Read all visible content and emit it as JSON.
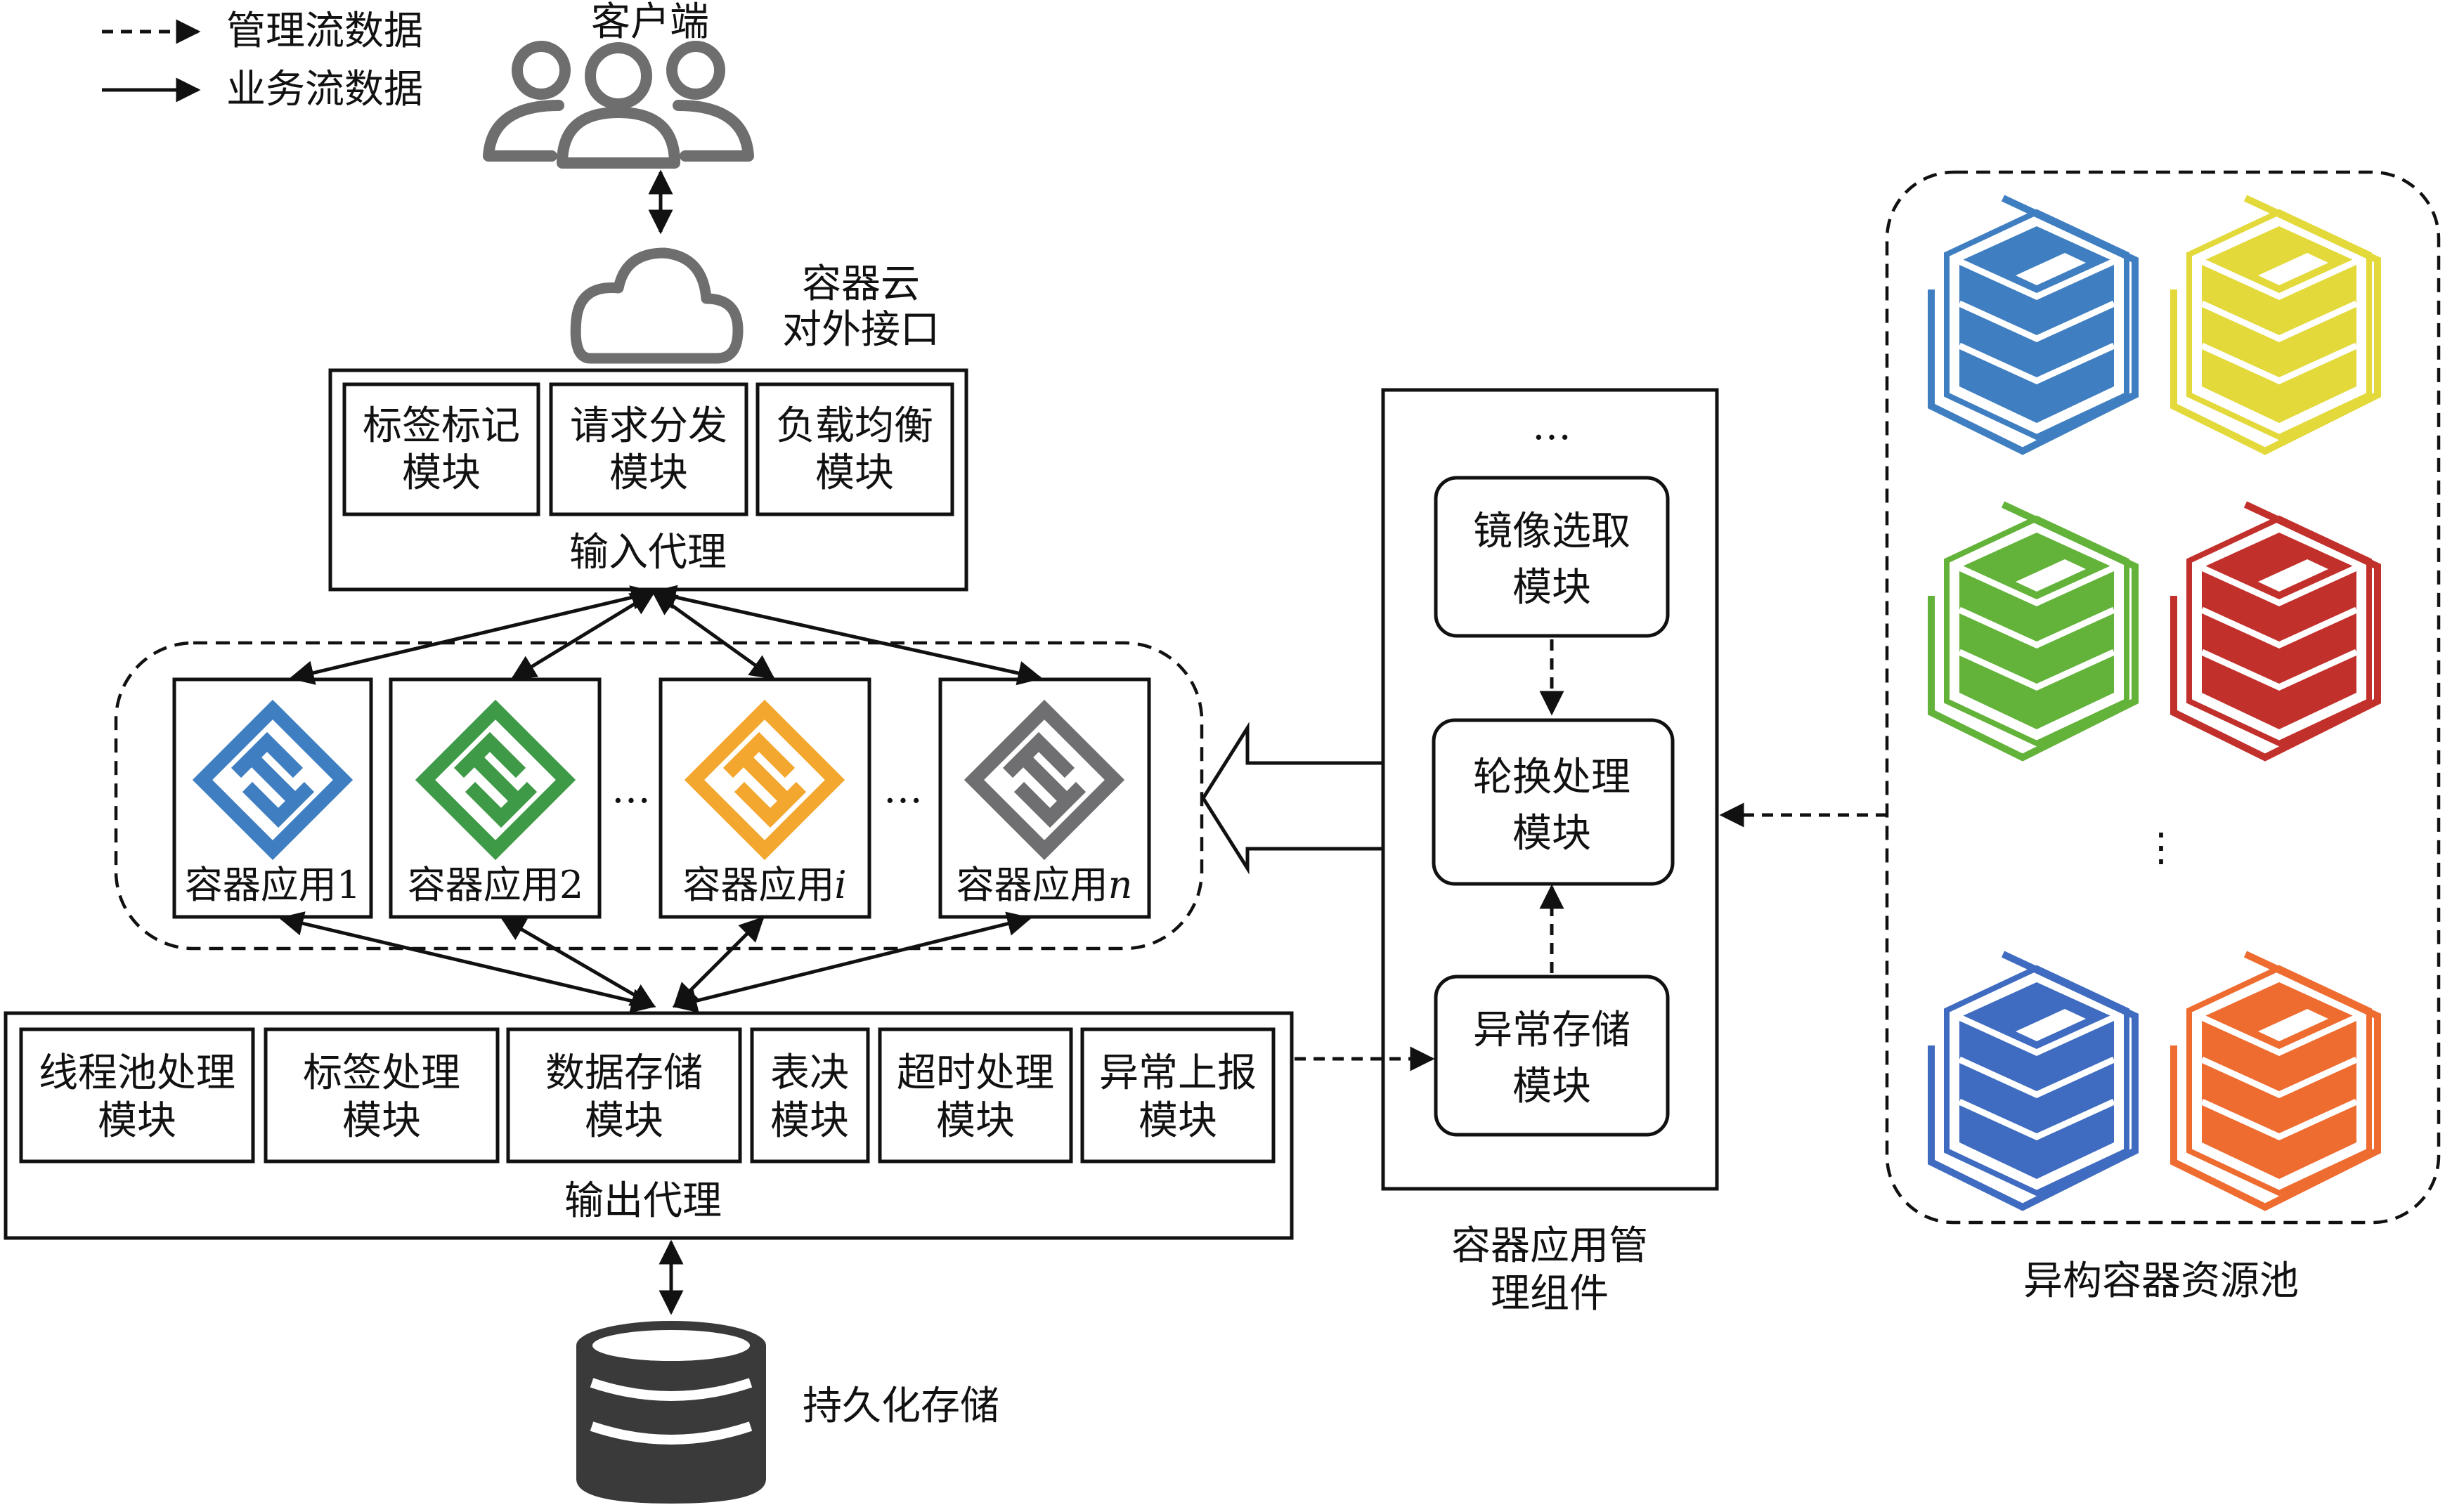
{
  "legend": {
    "management": "管理流数据",
    "business": "业务流数据"
  },
  "client": {
    "label": "客户端"
  },
  "cloud_interface": {
    "line1": "容器云",
    "line2": "对外接口"
  },
  "input_proxy": {
    "label": "输入代理",
    "modules": [
      {
        "line1": "标签标记",
        "line2": "模块"
      },
      {
        "line1": "请求分发",
        "line2": "模块"
      },
      {
        "line1": "负载均衡",
        "line2": "模块"
      }
    ]
  },
  "container_apps": {
    "items": [
      {
        "prefix": "容器应用",
        "suffix": "1",
        "suffix_italic": false,
        "color": "#3f7fc1"
      },
      {
        "prefix": "容器应用",
        "suffix": "2",
        "suffix_italic": false,
        "color": "#3e9a46"
      },
      {
        "prefix": "容器应用",
        "suffix": "i",
        "suffix_italic": true,
        "color": "#f3a72f"
      },
      {
        "prefix": "容器应用",
        "suffix": "n",
        "suffix_italic": true,
        "color": "#6f6f72"
      }
    ],
    "ellipsis": "…"
  },
  "output_proxy": {
    "label": "输出代理",
    "modules": [
      {
        "line1": "线程池处理",
        "line2": "模块"
      },
      {
        "line1": "标签处理",
        "line2": "模块"
      },
      {
        "line1": "数据存储",
        "line2": "模块"
      },
      {
        "line1": "表决",
        "line2": "模块"
      },
      {
        "line1": "超时处理",
        "line2": "模块"
      },
      {
        "line1": "异常上报",
        "line2": "模块"
      }
    ]
  },
  "storage": {
    "label": "持久化存储"
  },
  "management": {
    "ellipsis": "…",
    "modules": [
      {
        "line1": "镜像选取",
        "line2": "模块"
      },
      {
        "line1": "轮换处理",
        "line2": "模块"
      },
      {
        "line1": "异常存储",
        "line2": "模块"
      }
    ],
    "caption1": "容器应用管",
    "caption2": "理组件"
  },
  "pool": {
    "caption": "异构容器资源池",
    "ellipsis": "⋮",
    "colors": [
      "#3f7fc1",
      "#e3d93a",
      "#63b33a",
      "#c2302c",
      "#3f6cc0",
      "#ee6c30"
    ]
  }
}
